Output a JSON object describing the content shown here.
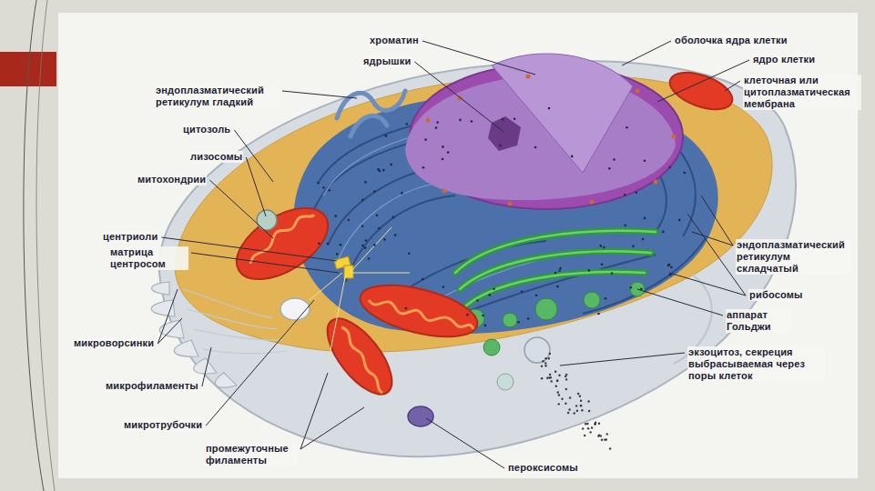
{
  "diagram": {
    "labels": [
      "хроматин",
      "ядрышки",
      "оболочка ядра клетки",
      "ядро клетки",
      "эндоплазматический ретикулум гладкий",
      "цитозоль",
      "лизосомы",
      "митохондрии",
      "клеточная или цитоплазматическая мембрана",
      "центриоли",
      "матрица центросом",
      "эндоплазматический ретикулум складчатый",
      "рибосомы",
      "аппарат Гольджи",
      "микроворсинки",
      "экзоцитоз, секреция выбрасываемая через поры клеток",
      "микрофиламенты",
      "микротрубочки",
      "промежуточные филаменты",
      "пероксисомы"
    ]
  }
}
